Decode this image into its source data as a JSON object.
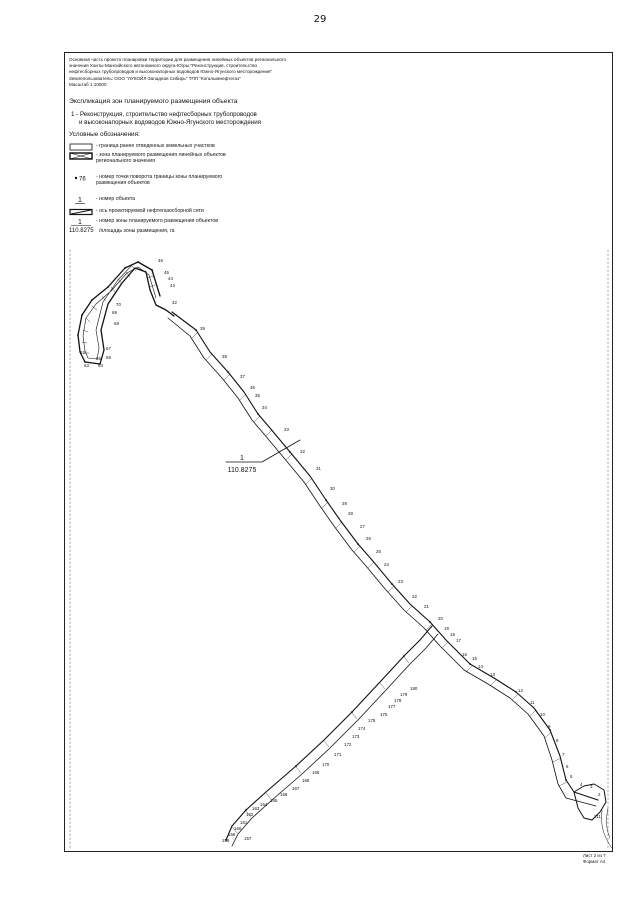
{
  "page_number": "29",
  "header": {
    "lines": [
      "Основная часть проекта планировки территории для размещения линейных объектов регионального",
      "значения Ханты-Мансийского автономного округа-Югры \"Реконструкция, строительство",
      "нефтесборных трубопроводов и высоконапорных водоводов Южно-Ягунского месторождения\"",
      "Землепользователь: ООО \"ЛУКОЙЛ-Западная Сибирь\" ТПП \"Когалымнефтегаз\"",
      "Масштаб 1:10000"
    ]
  },
  "legend": {
    "title": "Экспликация зон планируемого размещения объекта",
    "objects": [
      "1 - Реконструкция, строительство нефтесборных трубопроводов",
      "и высоконапорных водоводов Южно-Ягунского месторождения"
    ],
    "symbols_title": "Условные обозначения:",
    "items": [
      {
        "sample": "",
        "lines": [
          "- граница ранее отведенных земельных участков"
        ]
      },
      {
        "sample": "",
        "lines": [
          "- зона планируемого размещения линейных объектов",
          "регионального значения"
        ]
      },
      {
        "sample": "76",
        "lines": [
          "- номер точки поворота границы зоны планируемого",
          "размещения объектов"
        ]
      },
      {
        "sample": "1",
        "lines": [
          "- номер объекта"
        ]
      },
      {
        "sample": "",
        "lines": [
          "- ось проектируемой нефтегазосборной сети"
        ]
      },
      {
        "sample": "1",
        "lines": [
          "- номер зоны планируемого размещения объектов"
        ]
      },
      {
        "sample": "110.8275",
        "lines": [
          "/площадь зоны размещения, га"
        ]
      }
    ]
  },
  "map": {
    "callout": {
      "number": "1",
      "area": "110.8275"
    },
    "point_labels": {
      "left_loop": [
        "46",
        "45",
        "44",
        "43",
        "42",
        "70",
        "69",
        "68",
        "67",
        "66",
        "65",
        "64",
        "63",
        "62"
      ],
      "main_line": [
        "39",
        "38",
        "37",
        "36",
        "35",
        "34",
        "33",
        "32",
        "31",
        "30",
        "29",
        "28",
        "27",
        "26",
        "25",
        "24",
        "23",
        "22",
        "21",
        "20",
        "19",
        "18",
        "17",
        "16",
        "15",
        "14",
        "13"
      ],
      "right_tail": [
        "12",
        "11",
        "10",
        "9",
        "8",
        "7",
        "6",
        "5",
        "4",
        "3",
        "2",
        "211"
      ],
      "south_branch": [
        "180",
        "179",
        "178",
        "177",
        "176",
        "175",
        "174",
        "173",
        "172",
        "171",
        "170",
        "169",
        "168",
        "167",
        "166",
        "165",
        "164",
        "163",
        "162",
        "161",
        "160",
        "159",
        "158",
        "157"
      ]
    }
  },
  "footer": {
    "sheet": "Лист 2 из 7",
    "format": "Формат А4"
  },
  "colors": {
    "line": "#111111",
    "background": "#ffffff"
  }
}
